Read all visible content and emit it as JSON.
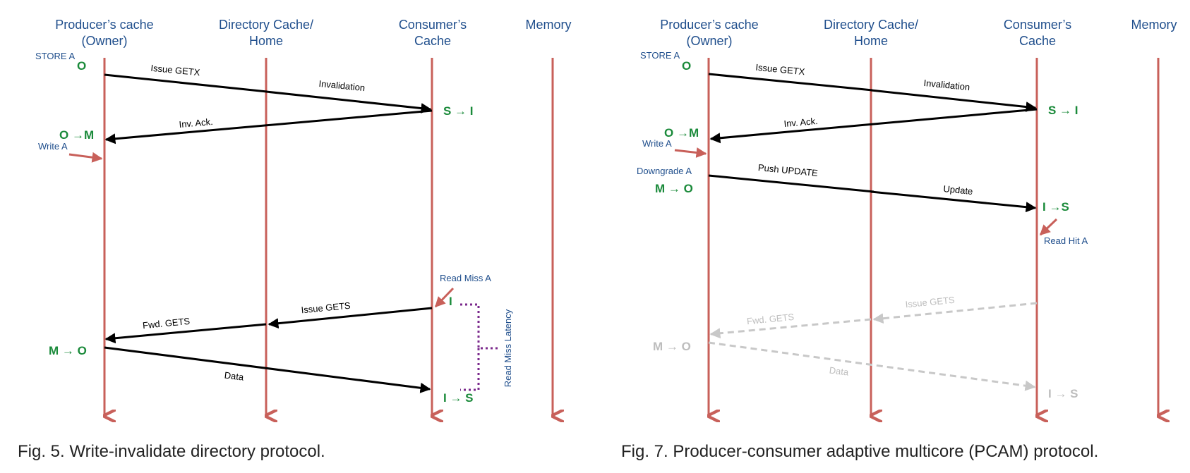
{
  "fig5": {
    "headers": {
      "producer": [
        "Producer’s cache",
        "(Owner)"
      ],
      "directory": [
        "Directory Cache/",
        "Home"
      ],
      "consumer": [
        "Consumer’s",
        "Cache"
      ],
      "memory": "Memory"
    },
    "notes": {
      "store_a": "STORE A",
      "write_a": "Write A",
      "read_miss_a": "Read Miss A",
      "read_miss_latency": "Read Miss Latency"
    },
    "states": {
      "o": "O",
      "s_to_i": "S → I",
      "o_to_m": "O →M",
      "i": "I",
      "m_to_o": "M → O",
      "i_to_s": "I → S"
    },
    "messages": {
      "issue_getx": "Issue GETX",
      "invalidation": "Invalidation",
      "inv_ack": "Inv. Ack.",
      "issue_gets": "Issue GETS",
      "fwd_gets": "Fwd. GETS",
      "data": "Data"
    },
    "caption": "Fig. 5.  Write-invalidate directory protocol."
  },
  "fig7": {
    "headers": {
      "producer": [
        "Producer’s cache",
        "(Owner)"
      ],
      "directory": [
        "Directory Cache/",
        "Home"
      ],
      "consumer": [
        "Consumer’s",
        "Cache"
      ],
      "memory": "Memory"
    },
    "notes": {
      "store_a": "STORE A",
      "write_a": "Write A",
      "downgrade_a": "Downgrade A",
      "read_hit_a": "Read Hit A"
    },
    "states": {
      "o": "O",
      "s_to_i": "S → I",
      "o_to_m": "O →M",
      "m_to_o": "M → O",
      "i_to_s": "I →S",
      "m_to_o_faded": "M → O",
      "i_to_s_faded": "I → S"
    },
    "messages": {
      "issue_getx": "Issue GETX",
      "invalidation": "Invalidation",
      "inv_ack": "Inv. Ack.",
      "push_update": "Push UPDATE",
      "update": "Update",
      "issue_gets": "Issue GETS",
      "fwd_gets": "Fwd. GETS",
      "data": "Data"
    },
    "caption": "Fig. 7.  Producer-consumer adaptive multicore (PCAM) protocol."
  },
  "colors": {
    "lifeline": "#c8605a",
    "state": "#1a8a3a",
    "note": "#1f4e8c",
    "faded": "#bdbdbd",
    "brace": "#7b2a8c"
  }
}
